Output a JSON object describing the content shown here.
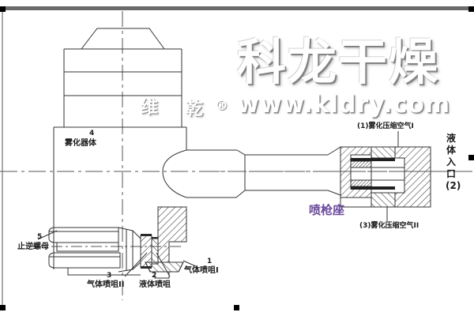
{
  "document": {
    "type": "engineering-cross-section-drawing",
    "subject": "two-fluid spray nozzle atomizer assembly"
  },
  "watermark": {
    "brand": "科龙干燥",
    "url": "www.kldry.com",
    "logo_char_left": "维",
    "logo_char_right": "乾",
    "registered_mark": "®",
    "color": "#ffffff"
  },
  "callouts": {
    "atomizer_body": {
      "number": "4",
      "label": "雾化器体"
    },
    "lock_nut": {
      "number": "5",
      "label": "止逆螺母"
    },
    "gas_nozzle_1": {
      "number": "1",
      "label": "气体喷咀I"
    },
    "gas_nozzle_2": {
      "number": "3",
      "label": "气体喷咀II"
    },
    "liquid_nozzle": {
      "number": "2",
      "label": "液体喷咀"
    },
    "spray_gun_seat": {
      "label": "喷枪座",
      "color": "#6c4a9c"
    }
  },
  "ports": {
    "compressed_air_1": "(1)雾化压缩空气I",
    "compressed_air_2": "(3)雾化压缩空气II",
    "liquid_inlet": [
      "液",
      "体",
      "入",
      "口",
      "(2)"
    ]
  },
  "style": {
    "line_color": "#333333",
    "background": "#ffffff",
    "handle_color": "#000000",
    "topbar_color": "#6b6b6b"
  }
}
